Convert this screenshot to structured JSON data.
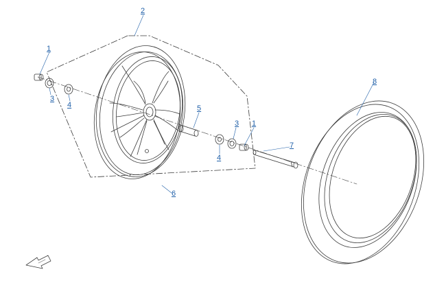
{
  "callouts": [
    {
      "id": "c2",
      "label": "2"
    },
    {
      "id": "c1a",
      "label": "1"
    },
    {
      "id": "c3a",
      "label": "3"
    },
    {
      "id": "c4a",
      "label": "4"
    },
    {
      "id": "c5",
      "label": "5"
    },
    {
      "id": "c3b",
      "label": "3"
    },
    {
      "id": "c1b",
      "label": "1"
    },
    {
      "id": "c4b",
      "label": "4"
    },
    {
      "id": "c7",
      "label": "7"
    },
    {
      "id": "c6",
      "label": "6"
    },
    {
      "id": "c8",
      "label": "8"
    }
  ],
  "colors": {
    "line": "#3a3a3a",
    "callout": "#1f5fa8",
    "background": "#ffffff"
  },
  "icons": {
    "orientation": "front-direction-arrow-icon"
  }
}
